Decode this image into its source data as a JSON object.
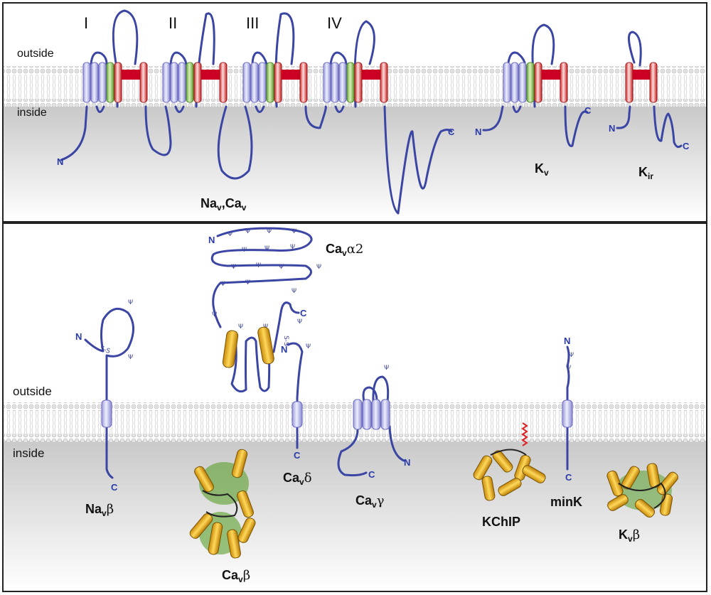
{
  "membrane_labels": {
    "outside": "outside",
    "inside": "inside"
  },
  "domains": [
    "I",
    "II",
    "III",
    "IV"
  ],
  "top_panel": {
    "channel_label_main": "Na",
    "channel_label_main_sub": "v",
    "channel_label_sep": ",Ca",
    "channel_label_sep_sub": "v",
    "kv_label": "K",
    "kv_sub": "v",
    "kir_label": "K",
    "kir_sub": "ir"
  },
  "bottom_panel": {
    "cav_alpha2": {
      "base": "Ca",
      "sub": "v",
      "greek": "α2"
    },
    "nav_beta": {
      "base": "Na",
      "sub": "v",
      "greek": "β"
    },
    "cav_delta": {
      "base": "Ca",
      "sub": "v",
      "greek": "δ"
    },
    "cav_gamma": {
      "base": "Ca",
      "sub": "v",
      "greek": "γ"
    },
    "cav_beta": {
      "base": "Ca",
      "sub": "v",
      "greek": "β"
    },
    "kchip": "KChIP",
    "mink": "minK",
    "kv_beta": {
      "base": "K",
      "sub": "v",
      "greek": "β"
    }
  },
  "termini": {
    "n": "N",
    "c": "C"
  },
  "disulfide": "S-S",
  "colors": {
    "chain": "#3b45a3",
    "segment_voltage": "#c9c9f0",
    "segment_s4": "#9ccf6a",
    "segment_pore": "#e04a4a",
    "pore_loop": "#cc0022",
    "subunit_helix": "#f0b429",
    "subunit_sheet": "#5aa02c"
  }
}
